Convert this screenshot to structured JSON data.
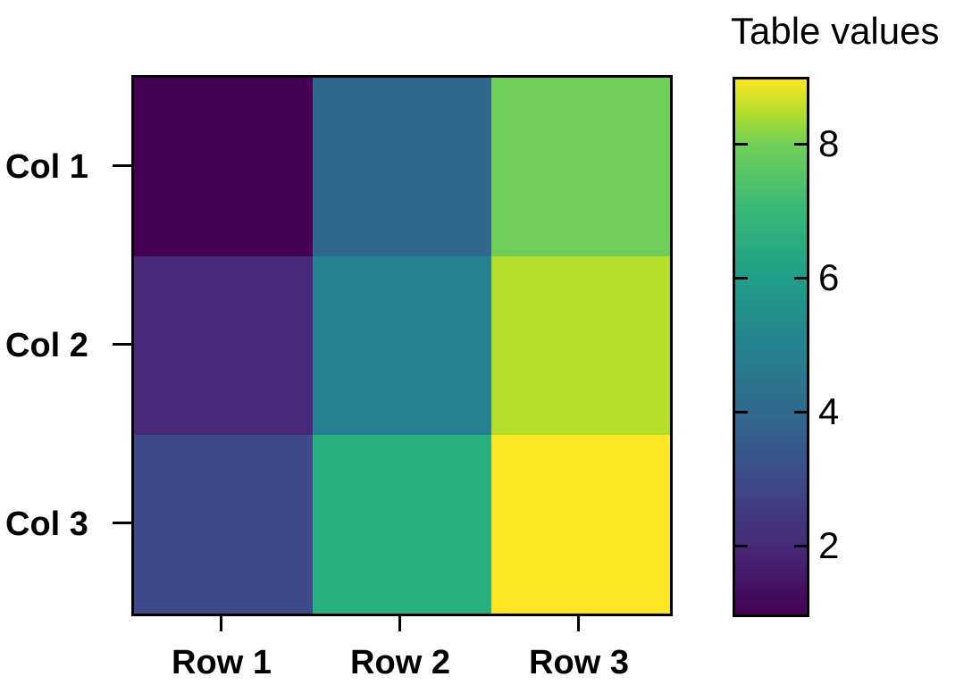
{
  "chart_data": {
    "type": "heatmap",
    "title": "",
    "xlabel": "",
    "ylabel": "",
    "x_categories": [
      "Row 1",
      "Row 2",
      "Row 3"
    ],
    "y_categories": [
      "Col 1",
      "Col 2",
      "Col 3"
    ],
    "values": [
      [
        1,
        4,
        7
      ],
      [
        2,
        5,
        8
      ],
      [
        3,
        6,
        9
      ]
    ],
    "cell_colors": [
      [
        "#440154",
        "#31688e",
        "#6ece58"
      ],
      [
        "#482878",
        "#26828e",
        "#b5de2b"
      ],
      [
        "#3e4a89",
        "#2ab07f",
        "#fde725"
      ]
    ],
    "colorbar": {
      "title": "Table values",
      "range": [
        1,
        9
      ],
      "ticks": [
        2,
        4,
        6,
        8
      ],
      "colormap": "viridis"
    },
    "grid": false
  },
  "labels": {
    "rows": [
      "Row 1",
      "Row 2",
      "Row 3"
    ],
    "cols": [
      "Col 1",
      "Col 2",
      "Col 3"
    ],
    "colorbar_title": "Table values",
    "colorbar_ticks": [
      "8",
      "6",
      "4",
      "2"
    ]
  }
}
